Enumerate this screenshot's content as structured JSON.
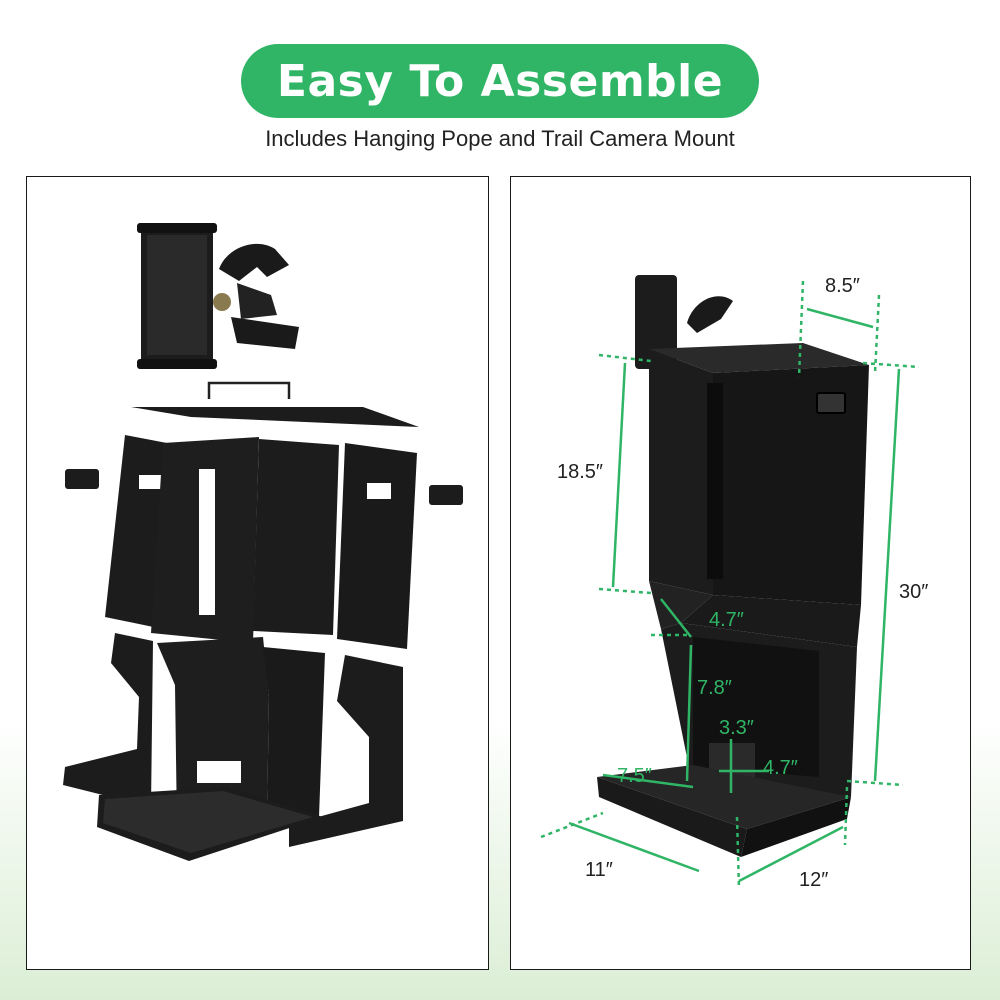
{
  "header": {
    "title": "Easy To Assemble",
    "subtitle": "Includes Hanging Pope and Trail Camera Mount"
  },
  "colors": {
    "accent_green": "#2fb565",
    "product_black": "#1c1c1c",
    "panel_border": "#1a1a1a"
  },
  "dimensions": {
    "top_depth": "8.5″",
    "upper_height": "18.5″",
    "total_height": "30″",
    "slope": "4.7″",
    "lower_height": "7.8″",
    "opening_height": "3.3″",
    "opening_width": "4.7″",
    "tray_depth": "7.5″",
    "base_width": "11″",
    "base_depth": "12″"
  }
}
